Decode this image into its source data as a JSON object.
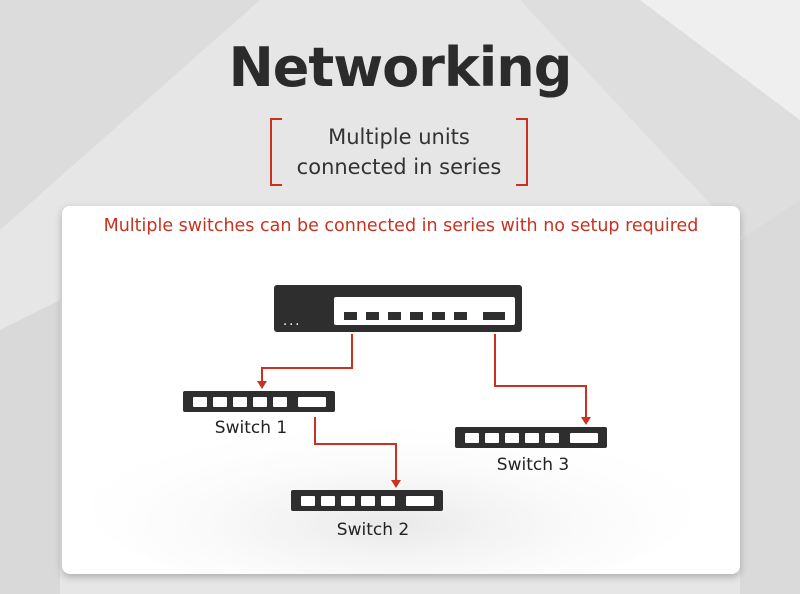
{
  "title": "Networking",
  "subtitle_lines": [
    "Multiple units",
    "connected in series"
  ],
  "caption": "Multiple switches can be connected in series with no setup required",
  "main_switch_dots": "...",
  "switches": [
    {
      "label": "Switch 1"
    },
    {
      "label": "Switch 2"
    },
    {
      "label": "Switch 3"
    }
  ],
  "colors": {
    "accent": "#c8321f",
    "device": "#2e2e2e",
    "background": "#e6e6e6",
    "card": "#ffffff"
  }
}
